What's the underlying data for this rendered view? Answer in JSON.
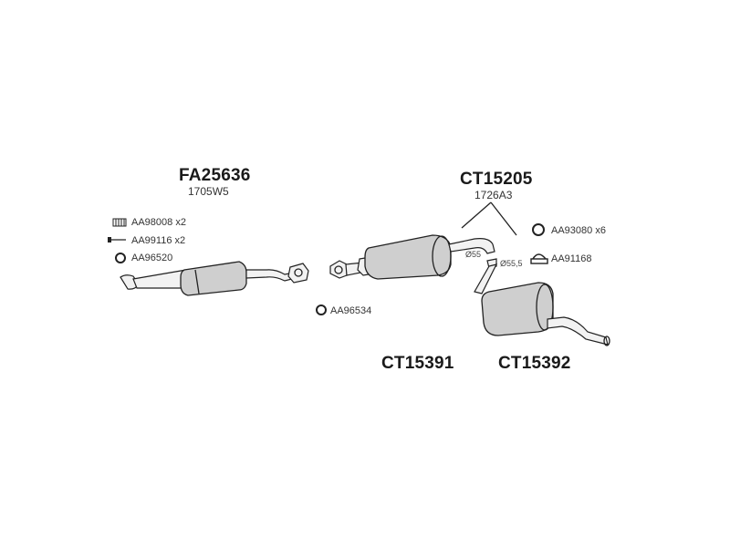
{
  "sections": {
    "front": {
      "code": "FA25636",
      "ref": "1705W5"
    },
    "center": {
      "code": "CT15205",
      "ref": "1726A3"
    }
  },
  "parts": {
    "middle_box": {
      "code": "CT15391"
    },
    "rear_box": {
      "code": "CT15392"
    }
  },
  "accessories": {
    "spring": {
      "code": "AA98008 x2",
      "icon": "spring-icon"
    },
    "bolt": {
      "code": "AA99116 x2",
      "icon": "bolt-icon"
    },
    "gasket_front": {
      "code": "AA96520",
      "icon": "ring-icon"
    },
    "gasket_center": {
      "code": "AA96534",
      "icon": "ring-icon"
    },
    "ring_rear": {
      "code": "AA93080 x6",
      "icon": "ring-icon"
    },
    "clamp_rear": {
      "code": "AA91168",
      "icon": "clamp-icon"
    }
  },
  "diameters": {
    "outlet": "Ø55",
    "inlet": "Ø55,5"
  }
}
